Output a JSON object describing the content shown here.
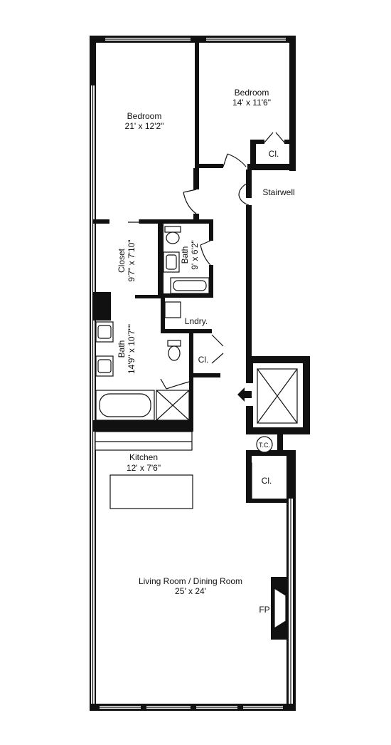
{
  "rooms": {
    "bedroom1": {
      "name": "Bedroom",
      "size": "21' x 12'2\""
    },
    "bedroom2": {
      "name": "Bedroom",
      "size": "14' x 11'6\""
    },
    "closet_master": {
      "name": "Closet",
      "size": "9'7\" x 7'10\""
    },
    "bath_small": {
      "name": "Bath",
      "size": "9' x 6'2\""
    },
    "bath_master": {
      "name": "Bath",
      "size": "14'9\" x 10'7\"\""
    },
    "laundry": {
      "name": "Lndry."
    },
    "kitchen": {
      "name": "Kitchen",
      "size": "12' x 7'6\""
    },
    "living": {
      "name": "Living Room / Dining Room",
      "size": "25' x 24'"
    }
  },
  "labels": {
    "closet_bed2": "Cl.",
    "closet_hall": "Cl.",
    "closet_living": "Cl.",
    "stairwell": "Stairwell",
    "trash_chute": "T.C.",
    "fireplace": "FP"
  }
}
